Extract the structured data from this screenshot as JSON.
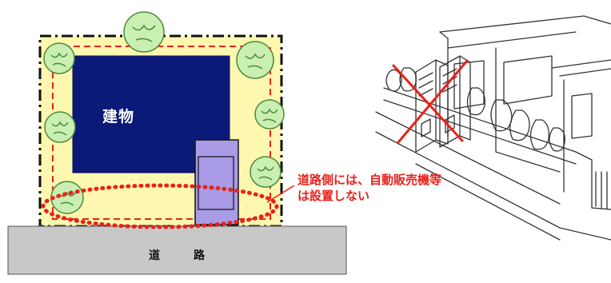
{
  "diagram": {
    "building_label": "建物",
    "road_label": [
      "道",
      "路"
    ],
    "note_lines": [
      "道路側には、自動販売機等",
      "は設置しない"
    ]
  },
  "colors": {
    "lot_fill": "#fdf7b0",
    "building": "#0b1a78",
    "parking": "#a99be6",
    "road": "#c8c8c8",
    "tree": "#c9efb2",
    "tree_outline": "#4f8a3a",
    "warning_red": "#e8221b"
  },
  "icons": [
    "tree-icon",
    "vending-machine-icon",
    "cross-mark-icon"
  ]
}
